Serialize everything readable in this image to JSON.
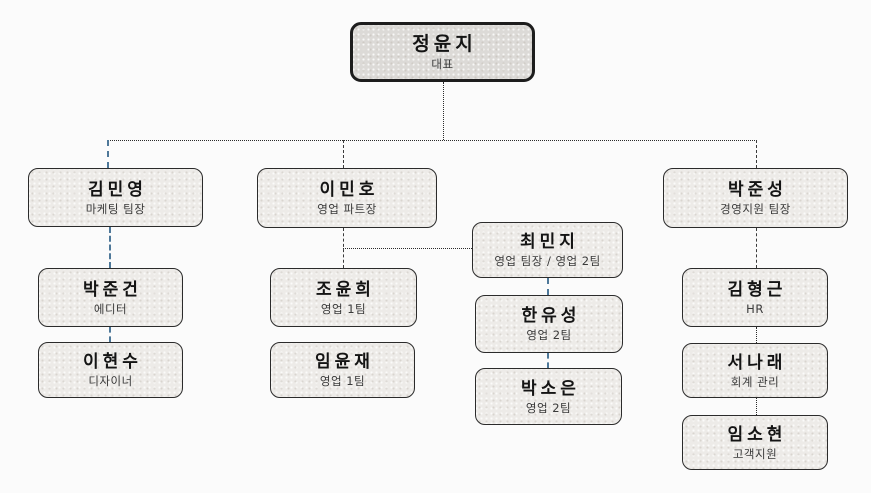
{
  "chart_type": "org-chart",
  "colors": {
    "canvas_background": "#fbfbfb",
    "node_fill": "#edebe8",
    "root_node_fill": "#dcdad7",
    "node_border": "#2b2b2b",
    "connector_black": "#2a2a2a",
    "connector_blue": "#4e7899",
    "name_text": "#141414",
    "role_text": "#3a3a3a"
  },
  "nodes": [
    {
      "name": "정윤지",
      "role": "대표"
    },
    {
      "name": "김민영",
      "role": "마케팅 팀장"
    },
    {
      "name": "이민호",
      "role": "영업 파트장"
    },
    {
      "name": "박준성",
      "role": "경영지원 팀장"
    },
    {
      "name": "최민지",
      "role": "영업 팀장 / 영업 2팀"
    },
    {
      "name": "박준건",
      "role": "에디터"
    },
    {
      "name": "이현수",
      "role": "디자이너"
    },
    {
      "name": "조윤희",
      "role": "영업 1팀"
    },
    {
      "name": "임윤재",
      "role": "영업 1팀"
    },
    {
      "name": "한유성",
      "role": "영업 2팀"
    },
    {
      "name": "박소은",
      "role": "영업 2팀"
    },
    {
      "name": "김형근",
      "role": "HR"
    },
    {
      "name": "서나래",
      "role": "회계 관리"
    },
    {
      "name": "임소현",
      "role": "고객지원"
    }
  ],
  "edges": [
    {
      "from": "정윤지",
      "to": "김민영"
    },
    {
      "from": "정윤지",
      "to": "이민호"
    },
    {
      "from": "정윤지",
      "to": "박준성"
    },
    {
      "from": "김민영",
      "to": "박준건"
    },
    {
      "from": "박준건",
      "to": "이현수"
    },
    {
      "from": "이민호",
      "to": "조윤희"
    },
    {
      "from": "이민호",
      "to": "최민지"
    },
    {
      "from": "최민지",
      "to": "한유성"
    },
    {
      "from": "한유성",
      "to": "박소은"
    },
    {
      "from": "박준성",
      "to": "김형근"
    },
    {
      "from": "김형근",
      "to": "서나래"
    },
    {
      "from": "서나래",
      "to": "임소현"
    }
  ]
}
